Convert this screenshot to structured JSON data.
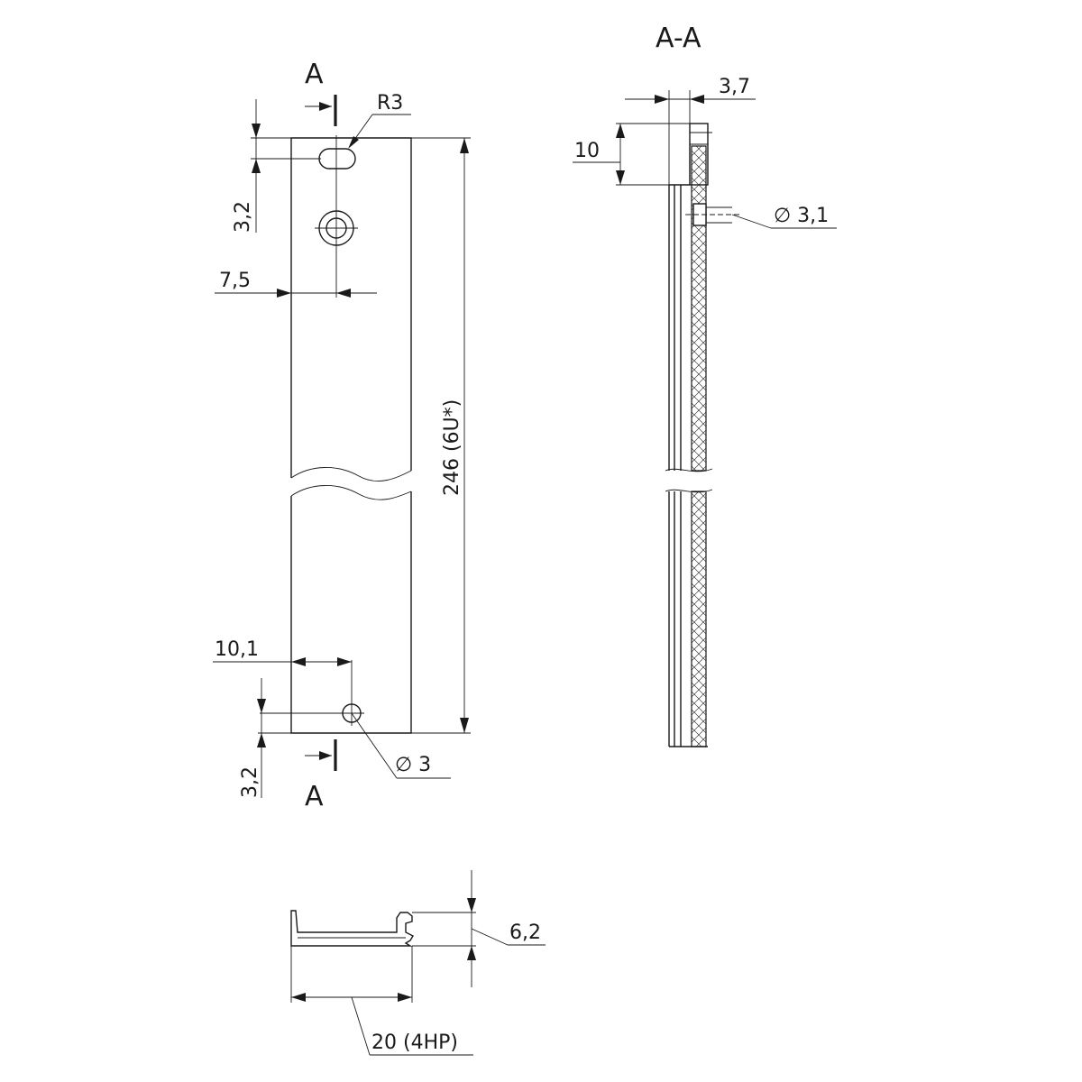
{
  "section_title": "A-A",
  "section_marks": {
    "top": "A",
    "bottom": "A"
  },
  "front_view": {
    "dim_slot_radius": "R3",
    "dim_top_offset": "3,2",
    "dim_hole_x": "7,5",
    "dim_height": "246 (6U*)",
    "dim_bottom_hole_x": "10,1",
    "dim_bottom_offset": "3,2",
    "dim_bottom_hole_dia": "∅ 3"
  },
  "section_view": {
    "dim_thickness": "3,7",
    "dim_top_step": "10",
    "dim_screw_dia": "∅ 3,1"
  },
  "bottom_view": {
    "dim_depth": "6,2",
    "dim_width": "20 (4HP)"
  }
}
